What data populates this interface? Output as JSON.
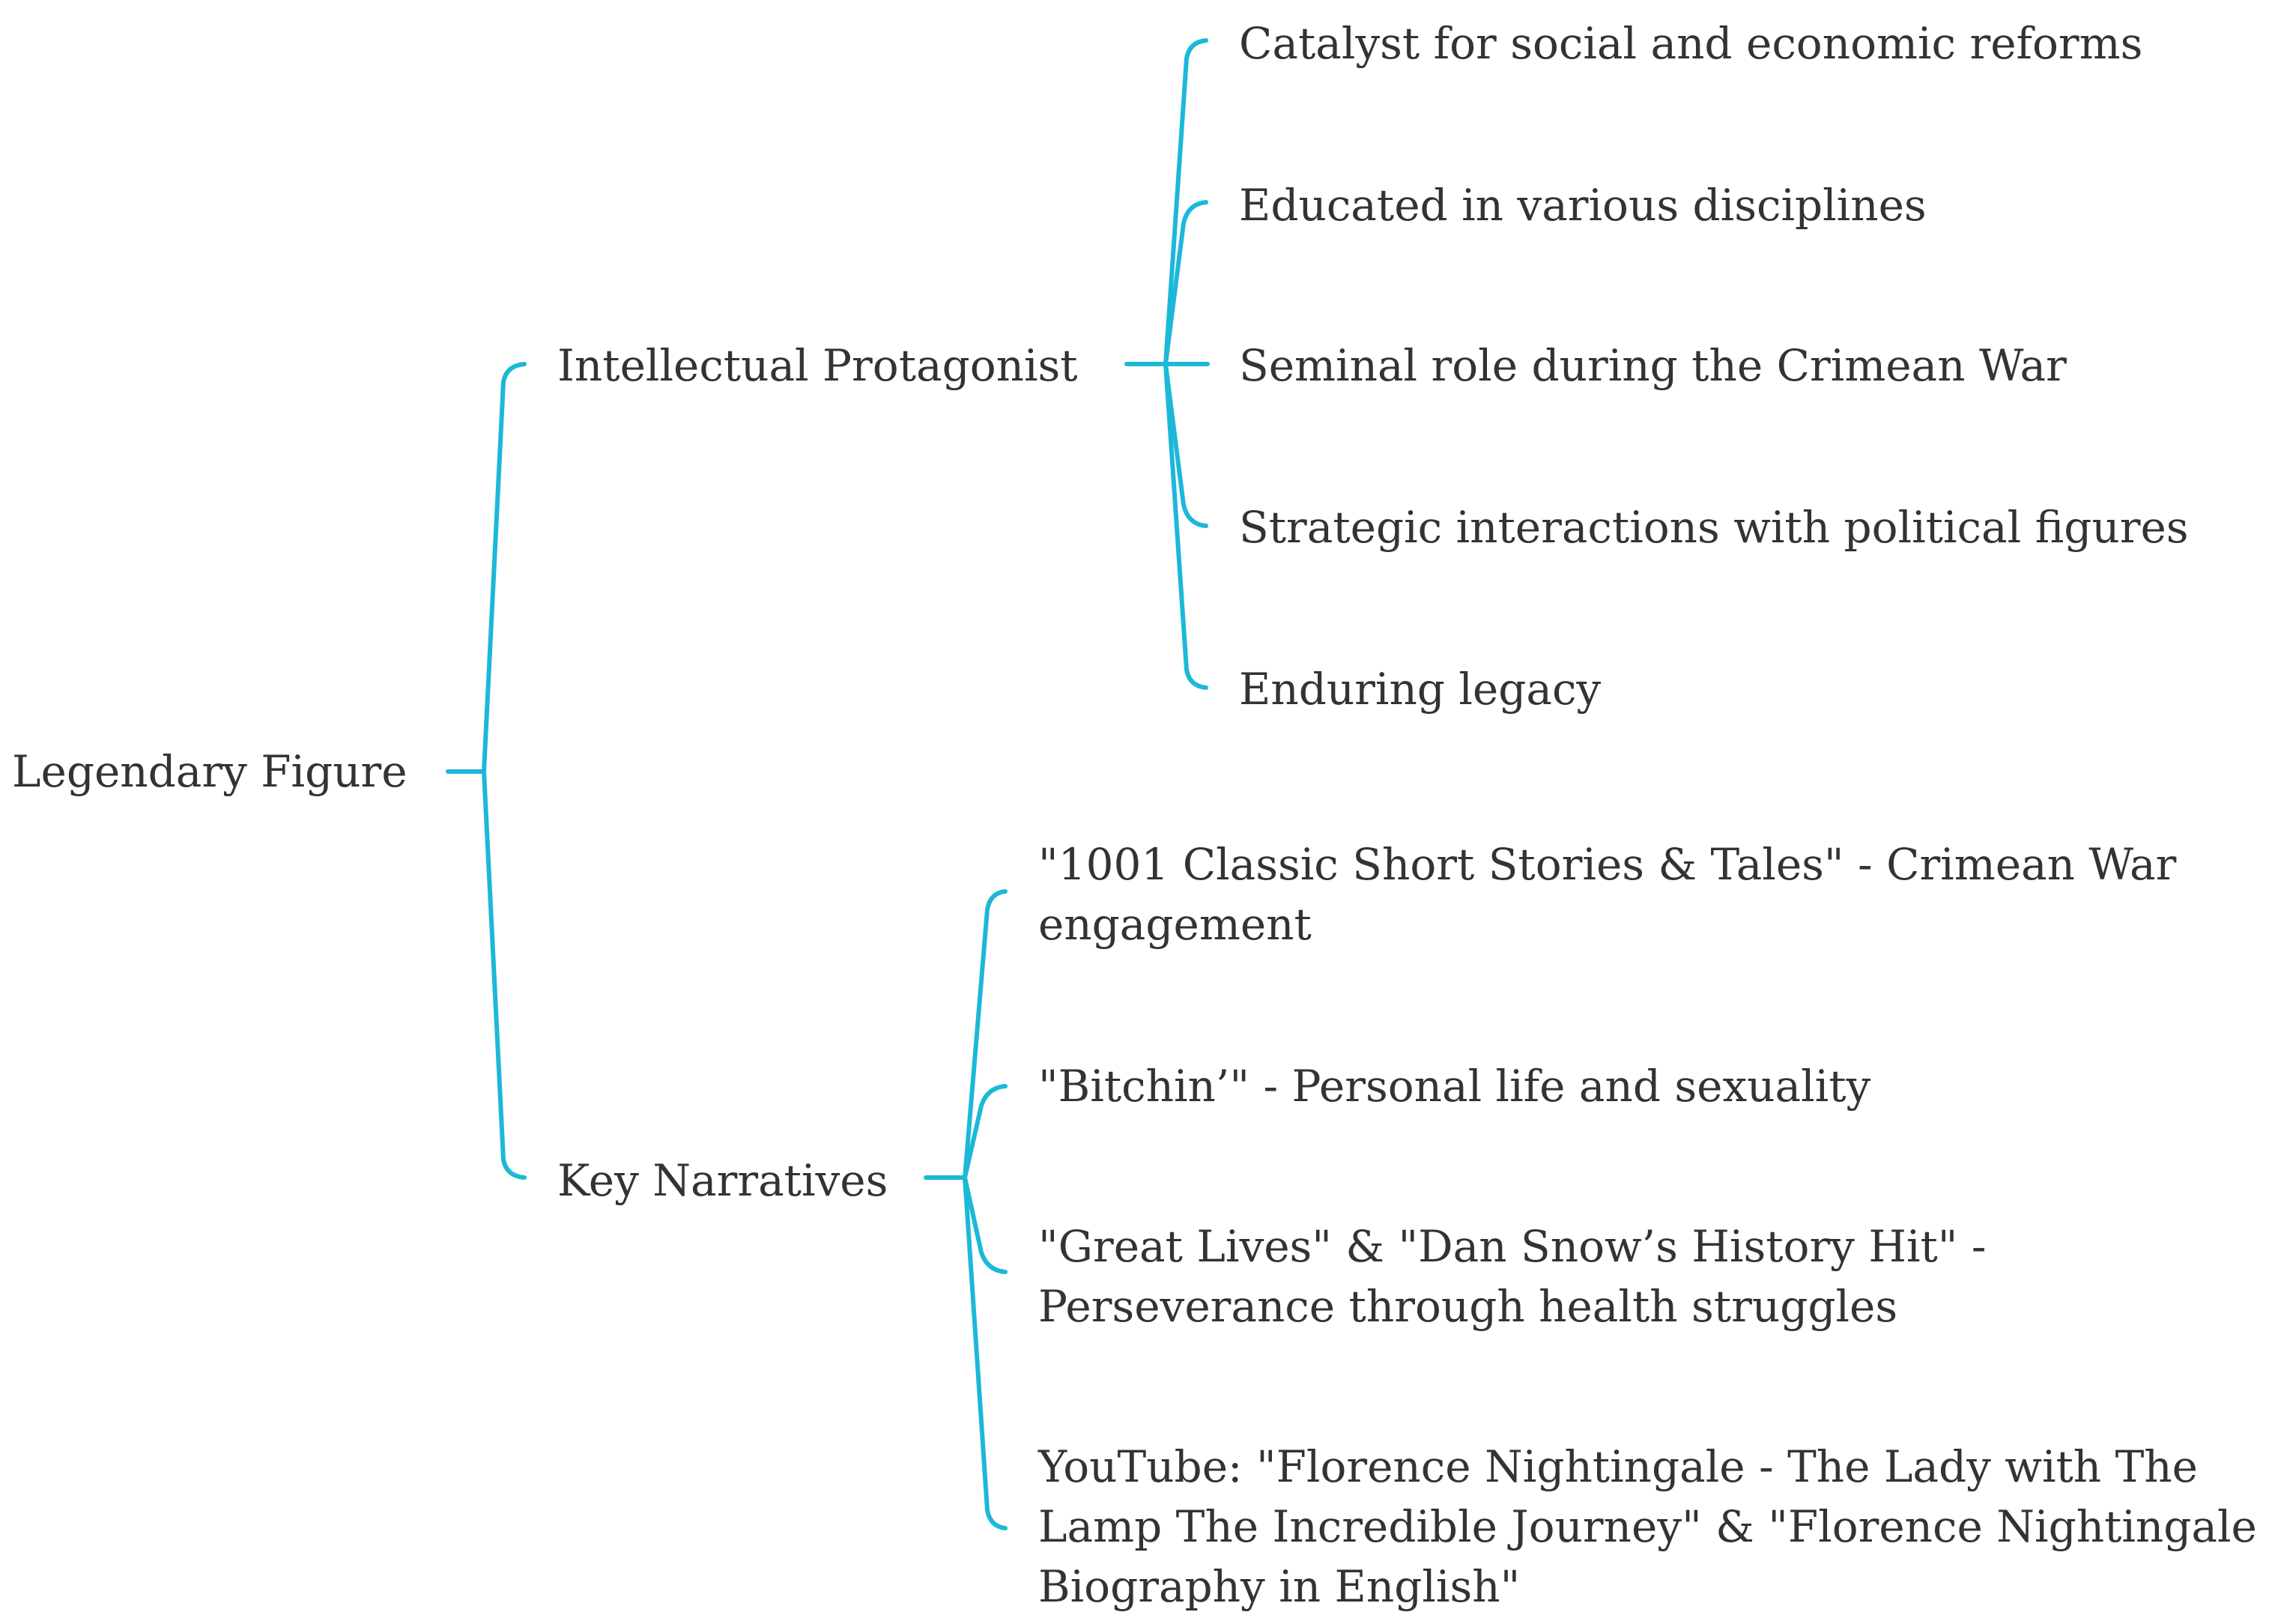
{
  "mindmap": {
    "root": {
      "label": "Legendary Figure"
    },
    "branches": [
      {
        "label": "Intellectual Protagonist",
        "children": [
          "Catalyst for social and economic reforms",
          "Educated in various disciplines",
          "Seminal role during the Crimean War",
          "Strategic interactions with political figures",
          "Enduring legacy"
        ]
      },
      {
        "label": "Key Narratives",
        "children": [
          "\"1001 Classic Short Stories & Tales\" - Crimean War engagement",
          "\"Bitchin’\" - Personal life and sexuality",
          "\"Great Lives\" & \"Dan Snow’s History Hit\" - Perseverance through health struggles",
          "YouTube: \"Florence Nightingale - The Lady with The Lamp The Incredible Journey\" & \"Florence Nightingale Biography in English\""
        ]
      }
    ]
  },
  "colors": {
    "connector": "#1cb8d8",
    "text": "#333333",
    "background": "#ffffff"
  }
}
